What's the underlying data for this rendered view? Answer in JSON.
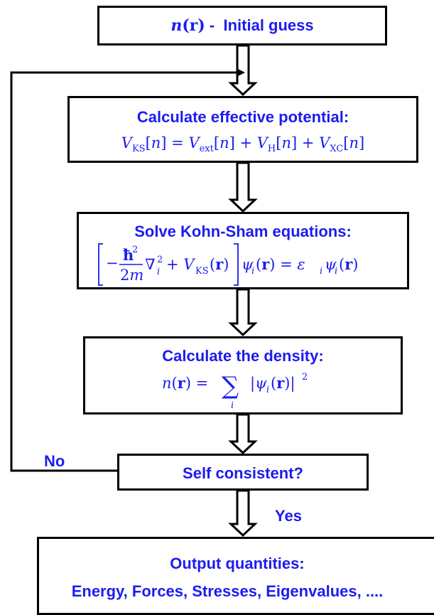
{
  "nodes": {
    "initial": {
      "title": "Initial guess"
    },
    "potential": {
      "title": "Calculate effective potential:"
    },
    "kohn_sham": {
      "title": "Solve Kohn-Sham equations:"
    },
    "density": {
      "title": "Calculate the density:"
    },
    "consistent": {
      "title": "Self consistent?"
    },
    "output": {
      "title": "Output quantities:",
      "subtitle": "Energy, Forces, Stresses, Eigenvalues, ...."
    }
  },
  "edges": {
    "no_label": "No",
    "yes_label": "Yes"
  },
  "colors": {
    "text": "#1c1cf0",
    "line": "#000000"
  }
}
